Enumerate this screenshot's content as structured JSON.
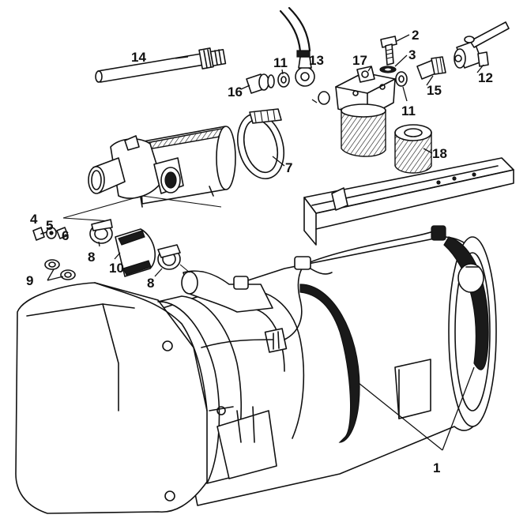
{
  "labels": {
    "p1": "1",
    "p2": "2",
    "p3": "3",
    "p4": "4",
    "p5": "5",
    "p6": "6",
    "p7": "7",
    "p8a": "8",
    "p8b": "8",
    "p9": "9",
    "p10": "10",
    "p11a": "11",
    "p11b": "11",
    "p12": "12",
    "p13": "13",
    "p14": "14",
    "p15": "15",
    "p16": "16",
    "p17": "17",
    "p18": "18"
  }
}
